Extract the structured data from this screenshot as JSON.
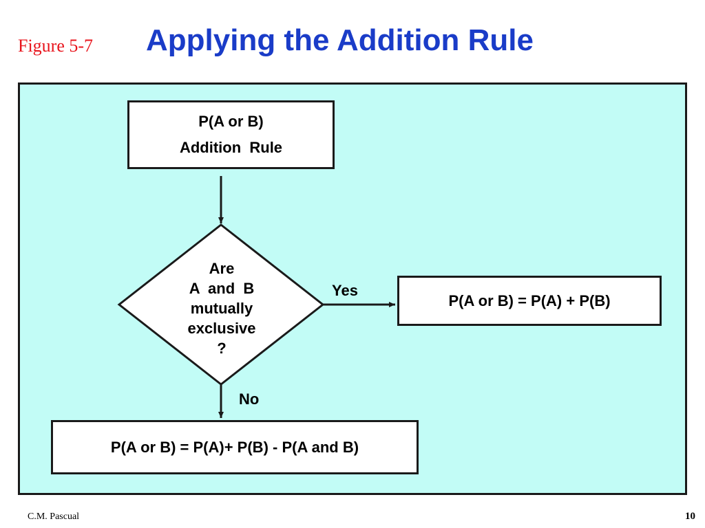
{
  "header": {
    "figure_label": "Figure 5-7",
    "title": "Applying the Addition Rule"
  },
  "flowchart": {
    "start_box": {
      "line1": "P(A or B)",
      "line2": "Addition  Rule"
    },
    "decision": {
      "lines": [
        "Are",
        "A  and  B",
        "mutually",
        "exclusive",
        "?"
      ]
    },
    "yes_label": "Yes",
    "no_label": "No",
    "yes_result": "P(A or B) = P(A) + P(B)",
    "no_result": "P(A or B) = P(A)+ P(B) - P(A and B)"
  },
  "footer": {
    "author": "C.M. Pascual",
    "page_number": "10"
  },
  "colors": {
    "figure_label": "#e8141c",
    "title": "#1a3cc8",
    "panel_background": "#c2fcf6",
    "border": "#1a1a1a"
  }
}
